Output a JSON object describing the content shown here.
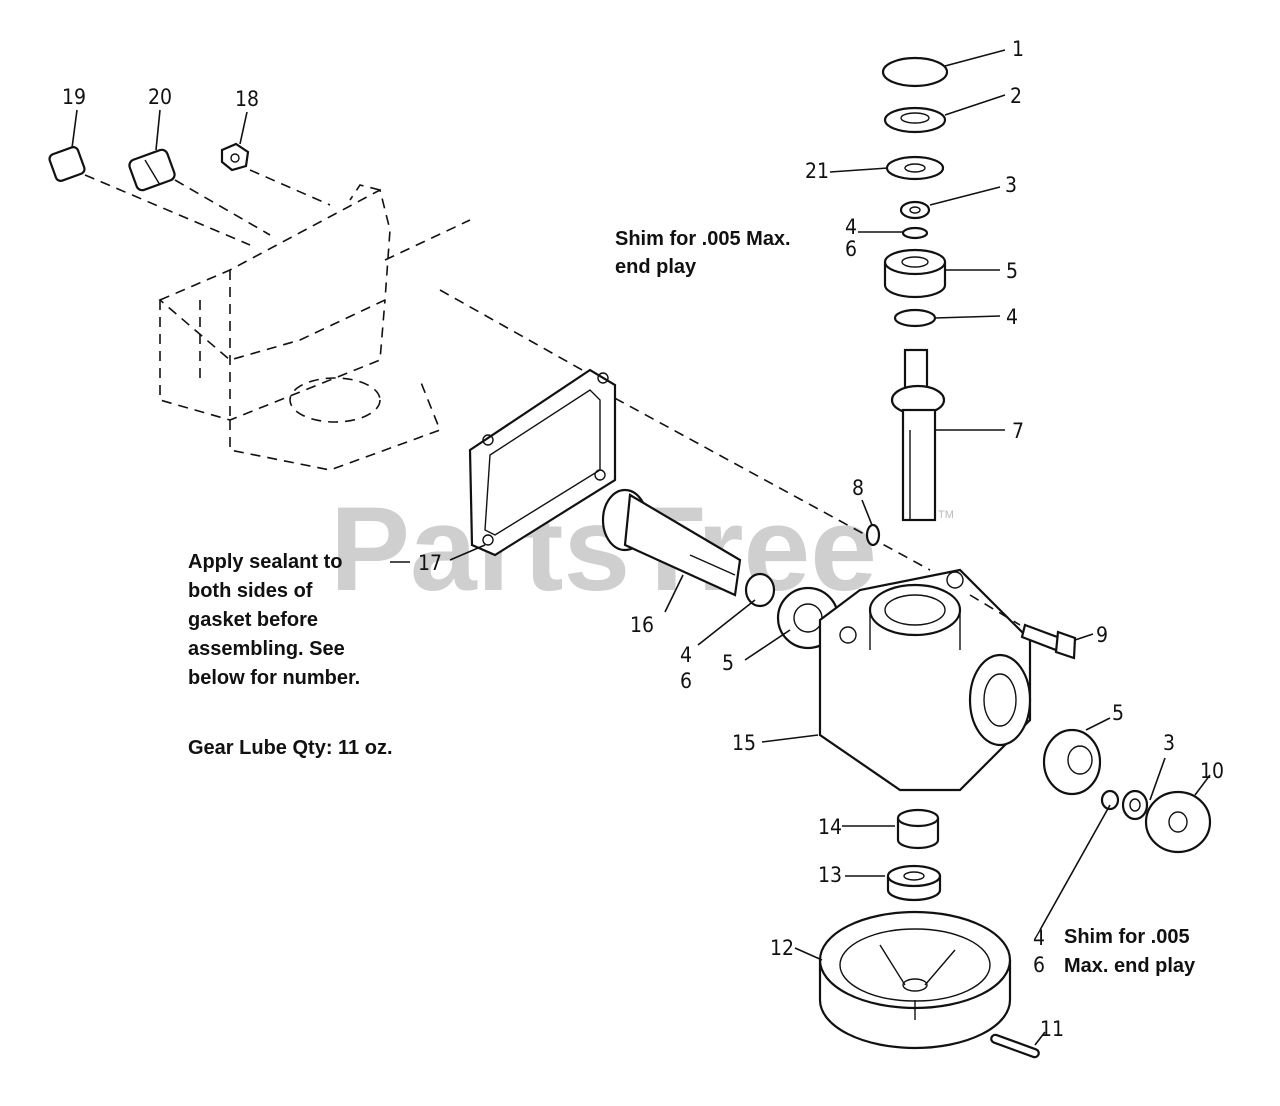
{
  "watermark": {
    "text": "PartsTree",
    "tm": "TM"
  },
  "notes": {
    "shim_top_1": "Shim for .005 Max.",
    "shim_top_2": "end play",
    "sealant_1": "Apply sealant to",
    "sealant_2": "both sides of",
    "sealant_3": "gasket before",
    "sealant_4": "assembling. See",
    "sealant_5": "below for number.",
    "gear_lube": "Gear Lube Qty: 11 oz.",
    "shim_bottom_1": "Shim for .005",
    "shim_bottom_2": "Max. end play"
  },
  "callouts": {
    "c1": "1",
    "c2": "2",
    "c21": "21",
    "c3_top": "3",
    "c4_top": "4",
    "c6_top": "6",
    "c5_top": "5",
    "c4_mid": "4",
    "c7": "7",
    "c8": "8",
    "c9": "9",
    "c16": "16",
    "c4_left": "4",
    "c6_left": "6",
    "c5_left": "5",
    "c17": "17",
    "c15": "15",
    "c5_right": "5",
    "c3_right": "3",
    "c10": "10",
    "c14": "14",
    "c13": "13",
    "c12": "12",
    "c4_bottom": "4",
    "c6_bottom": "6",
    "c11": "11",
    "c19": "19",
    "c20": "20",
    "c18": "18"
  }
}
